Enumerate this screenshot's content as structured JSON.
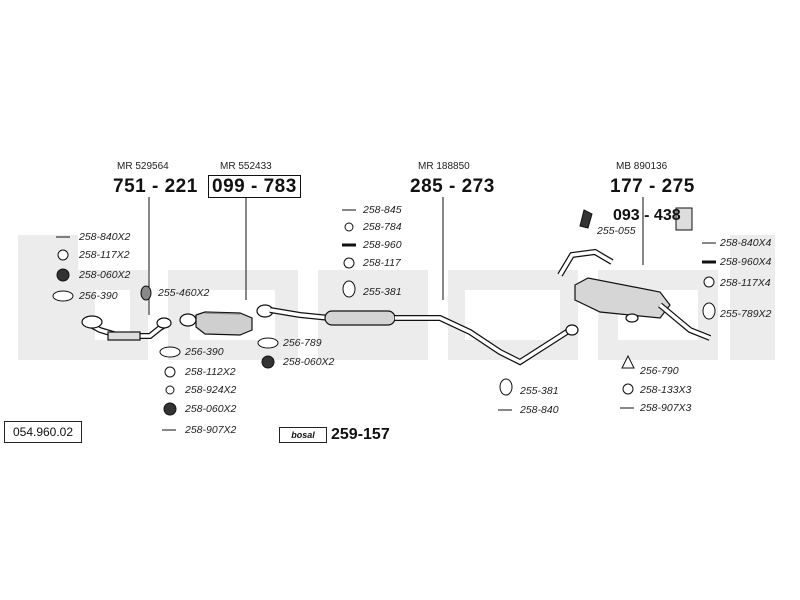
{
  "catalog_number": "054.960.02",
  "brand_logo": "bosal",
  "kit_number": "259-157",
  "assemblies": [
    {
      "ref": "MR 529564",
      "part": "751 - 221"
    },
    {
      "ref": "MR 552433",
      "part": "099 - 783"
    },
    {
      "ref": "MR 188850",
      "part": "285 - 273"
    },
    {
      "ref": "MB 890136",
      "part": "177 - 275"
    }
  ],
  "hanger_part": "093 - 438",
  "labels": {
    "l1": "258-840X2",
    "l2": "258-117X2",
    "l3": "258-060X2",
    "l4": "256-390",
    "l5": "255-460X2",
    "l6": "256-390",
    "l7": "258-112X2",
    "l8": "258-924X2",
    "l9": "258-060X2",
    "l10": "258-907X2",
    "l11": "256-789",
    "l12": "258-060X2",
    "l13": "258-845",
    "l14": "258-784",
    "l15": "258-960",
    "l16": "258-117",
    "l17": "255-381",
    "l18": "255-381",
    "l19": "258-840",
    "l20": "255-055",
    "l21": "258-840X4",
    "l22": "258-960X4",
    "l23": "258-117X4",
    "l24": "255-789X2",
    "l25": "256-790",
    "l26": "258-133X3",
    "l27": "258-907X3"
  }
}
